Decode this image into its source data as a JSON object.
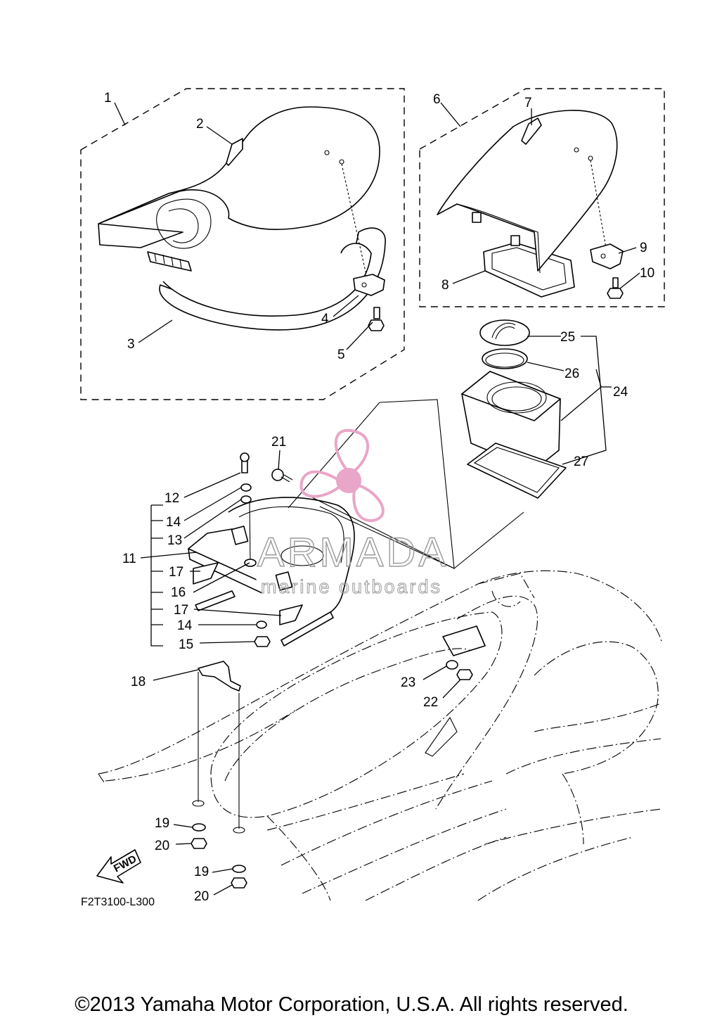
{
  "part_labels": [
    "1",
    "2",
    "3",
    "4",
    "5",
    "6",
    "7",
    "8",
    "9",
    "10",
    "11",
    "12",
    "13",
    "14",
    "14",
    "15",
    "16",
    "17",
    "17",
    "18",
    "19",
    "20",
    "19",
    "20",
    "21",
    "22",
    "23",
    "24",
    "25",
    "26",
    "27"
  ],
  "diagram_code": "F2T3100-L300",
  "fwd_arrow_text": "FWD",
  "watermark": {
    "brand": "ARMADA",
    "tagline": "marine outboards",
    "accent_color": "#e9a6c8"
  },
  "footer": {
    "copyright": "©2013 Yamaha Motor Corporation, U.S.A. All rights reserved."
  }
}
